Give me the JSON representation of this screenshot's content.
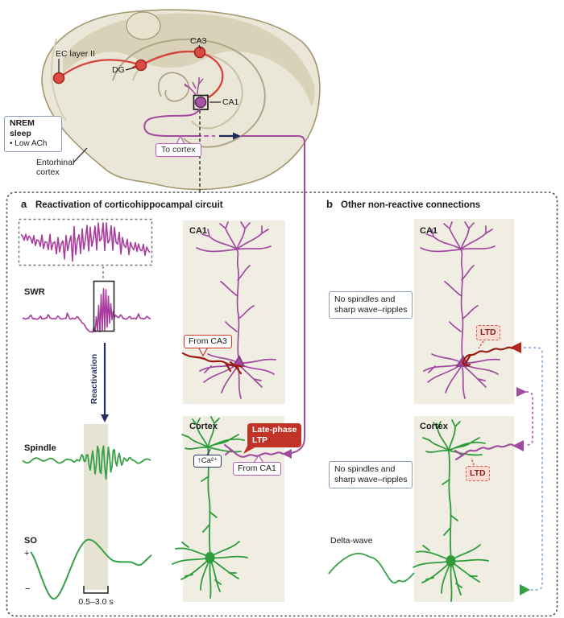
{
  "top": {
    "nrem_box": {
      "title": "NREM sleep",
      "subtitle": "• Low ACh"
    },
    "labels": {
      "ec": "EC layer II",
      "dg": "DG",
      "ca3": "CA3",
      "ca1": "CA1",
      "to_cortex": "To cortex",
      "entorhinal_line1": "Entorhinal",
      "entorhinal_line2": "cortex"
    }
  },
  "panel_a": {
    "id": "a",
    "title": "Reactivation of corticohippocampal circuit",
    "traces": {
      "swr": "SWR",
      "spindle": "Spindle",
      "so": "SO",
      "plus": "+",
      "minus": "−",
      "scale": "0.5–3.0 s",
      "reactivation": "Reactivation"
    },
    "regions": {
      "ca1": "CA1",
      "cortex": "Cortex"
    },
    "callouts": {
      "from_ca3": "From CA3",
      "ltp_line1": "Late-phase",
      "ltp_line2": "LTP",
      "ca": "↑Ca²⁺",
      "from_ca1": "From CA1"
    }
  },
  "panel_b": {
    "id": "b",
    "title": "Other non-reactive connections",
    "regions": {
      "ca1": "CA1",
      "cortex": "Cortex"
    },
    "notes": {
      "no_spindles_line1": "No spindles and",
      "no_spindles_line2": "sharp wave–ripples"
    },
    "callouts": {
      "ltd": "LTD",
      "delta": "Delta-wave"
    }
  },
  "colors": {
    "purple": "#A14AA0",
    "trace_purple": "#A93C9E",
    "green": "#2F9C3C",
    "red_pathway": "#D8423C",
    "dark_red_axon": "#9B1B14",
    "navy": "#2B3560",
    "slate_border": "#8B9BB4",
    "blue_dashed": "#9FB6D8",
    "beige_panel": "#F0EEE3",
    "beige_band": "#E7E3D3",
    "brain_fill": "#EBE7D8",
    "brain_dark": "#D9D2B9",
    "ltp_red": "#C13227",
    "ltd_pink": "#FBDAD2"
  }
}
